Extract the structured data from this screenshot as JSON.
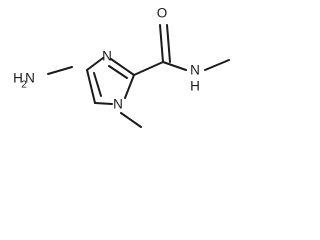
{
  "atoms": {
    "amine_nh": "H",
    "amine_n": "N",
    "amine_h2_sub": "2",
    "ring_n3": "N",
    "ring_n1": "N",
    "carbonyl_o": "O",
    "amide_n": "N",
    "amide_h": "H"
  }
}
